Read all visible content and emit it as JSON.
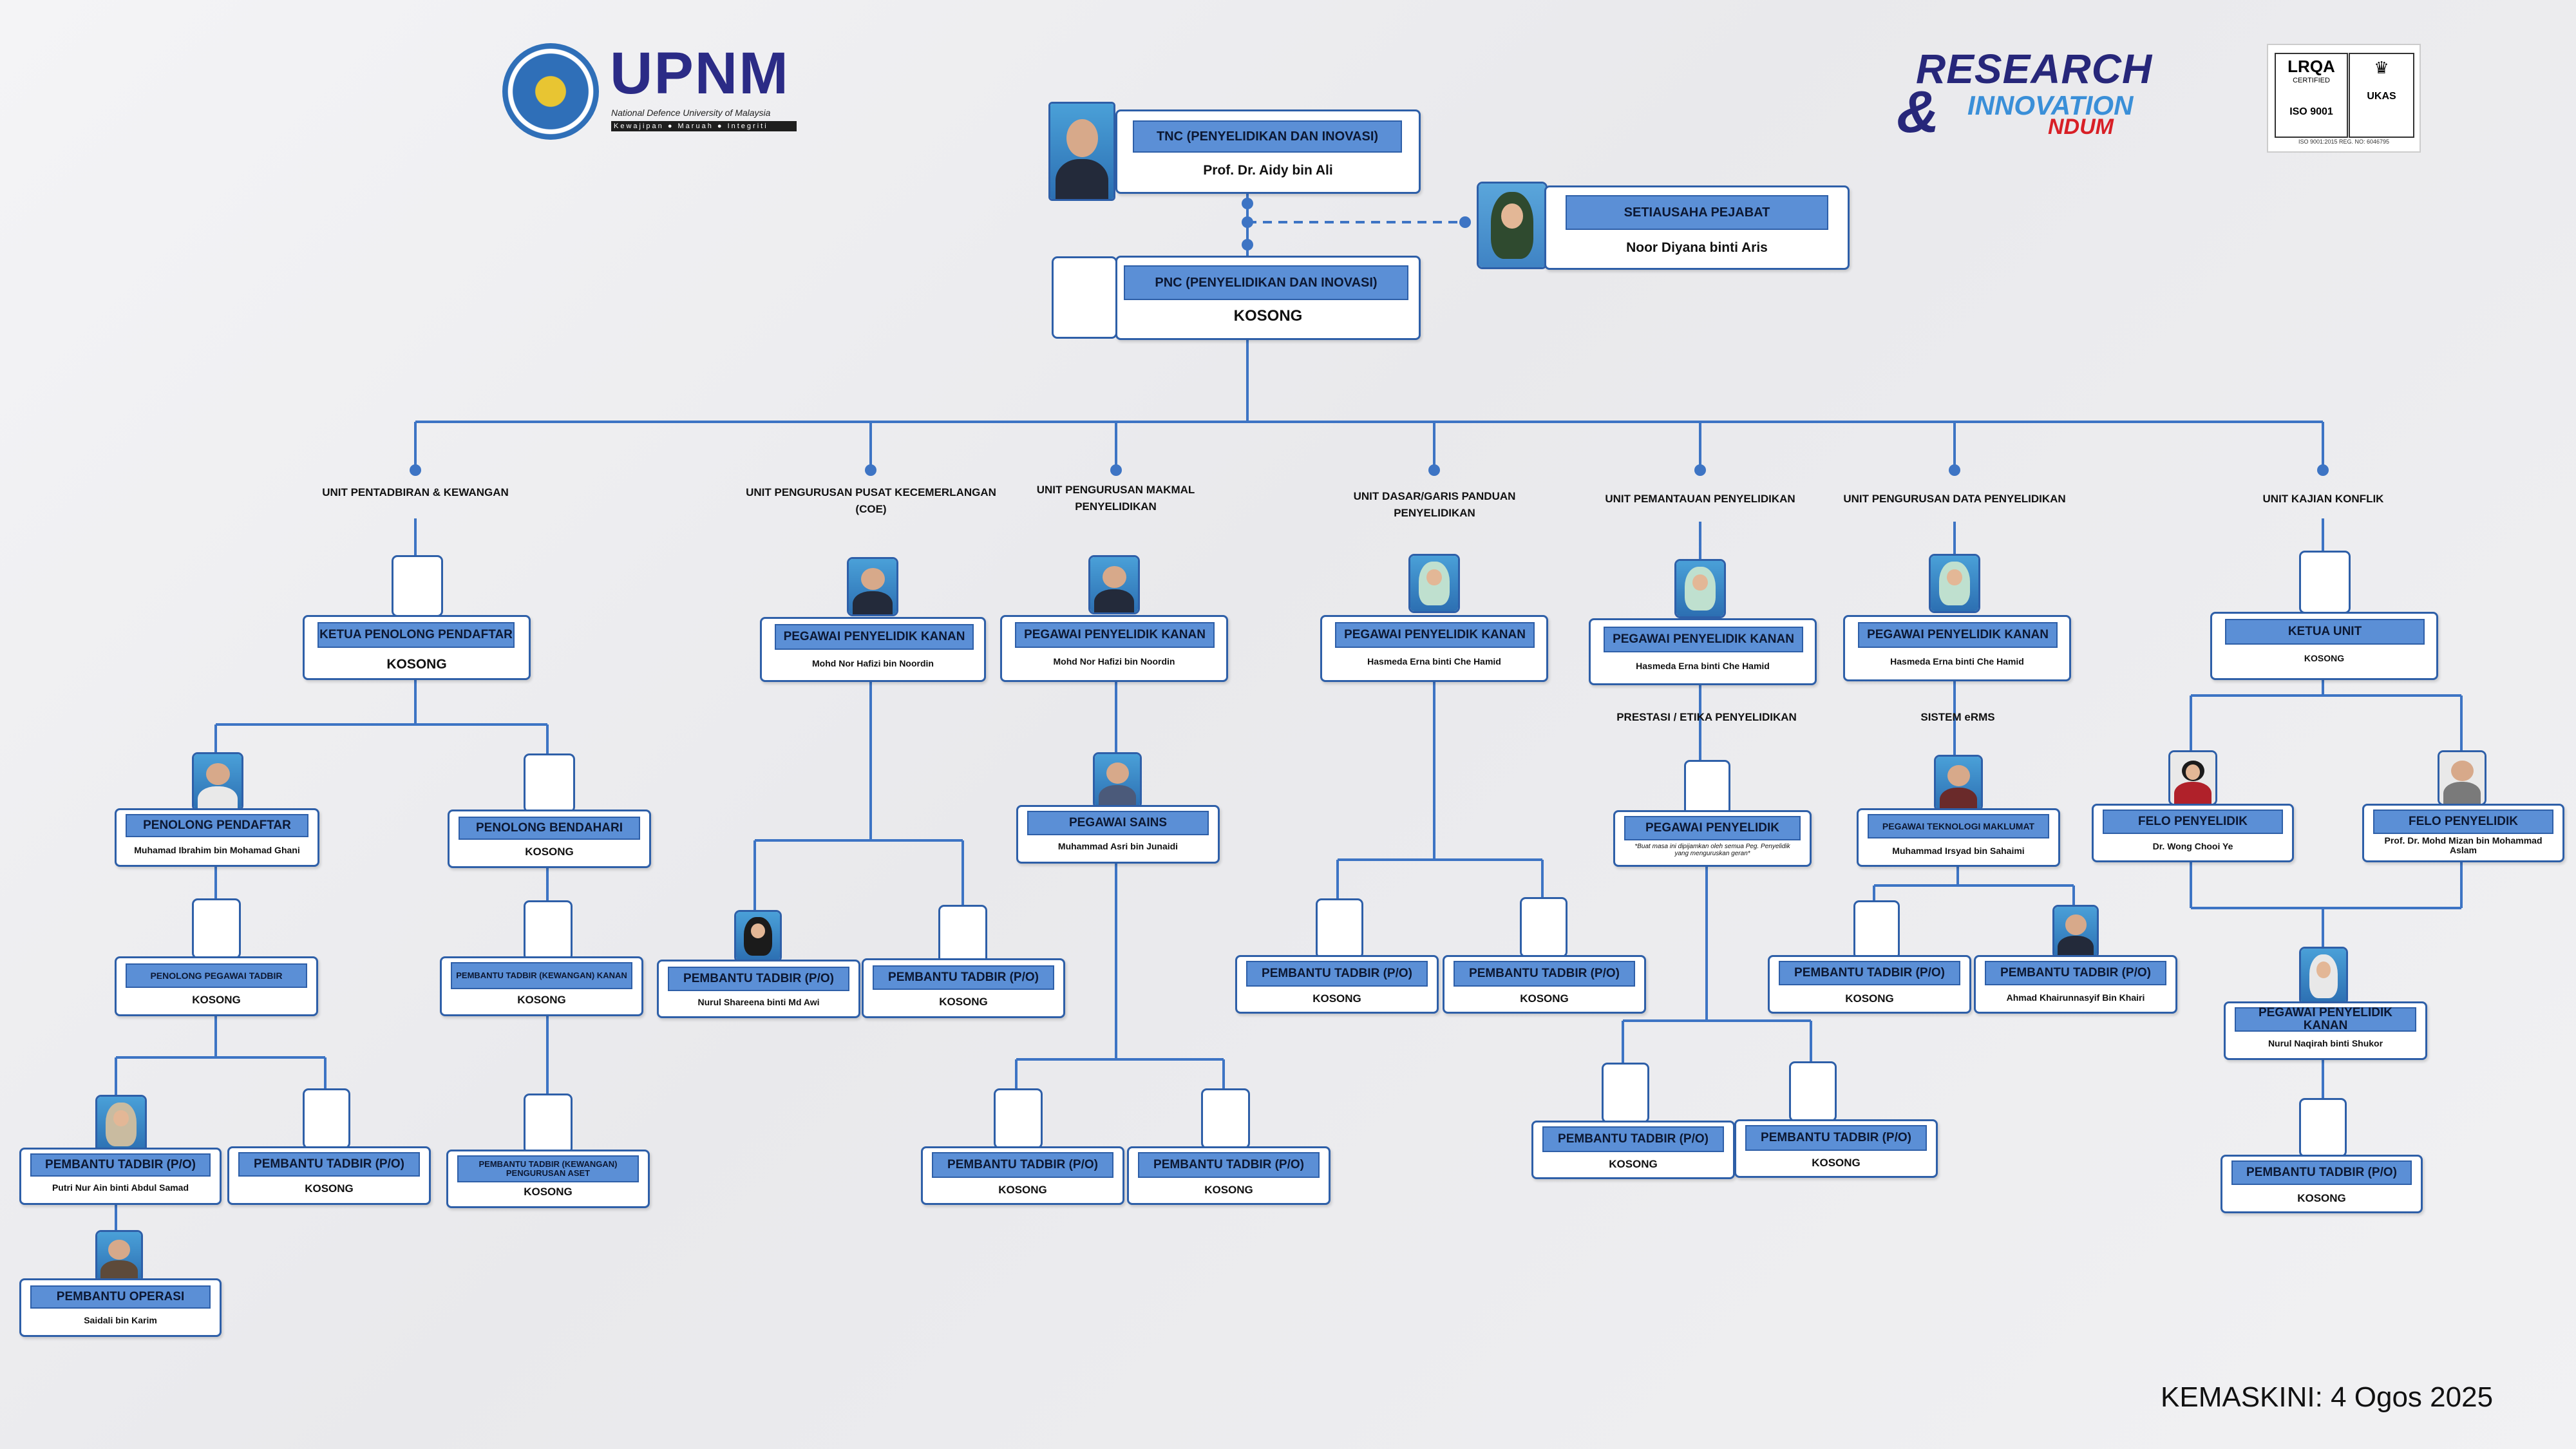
{
  "header": {
    "upnm_logo_text": "UPNM",
    "upnm_tagline": "National Defence University of Malaysia",
    "upnm_motto": "Kewajipan ● Maruah ● Integriti",
    "research_logo_line1": "RESEARCH",
    "research_logo_amp": "&",
    "research_logo_line2": "INNOVATION",
    "research_logo_line3": "NDUM",
    "lrqa_text": "LRQA",
    "lrqa_certified": "CERTIFIED",
    "iso_text": "ISO 9001",
    "ukas_text": "UKAS",
    "iso_reg": "ISO 9001:2015 REG. NO: 6046795"
  },
  "nodes": {
    "tnc": {
      "title": "TNC (PENYELIDIKAN DAN INOVASI)",
      "name": "Prof. Dr. Aidy bin Ali"
    },
    "setiausaha": {
      "title": "SETIAUSAHA PEJABAT",
      "name": "Noor Diyana binti Aris"
    },
    "pnc": {
      "title": "PNC (PENYELIDIKAN DAN INOVASI)",
      "name": "KOSONG"
    },
    "ketua_penolong_pendaftar": {
      "title": "KETUA PENOLONG PENDAFTAR",
      "name": "KOSONG"
    },
    "penolong_pendaftar": {
      "title": "PENOLONG PENDAFTAR",
      "name": "Muhamad Ibrahim bin Mohamad Ghani"
    },
    "penolong_bendahari": {
      "title": "PENOLONG BENDAHARI",
      "name": "KOSONG"
    },
    "penolong_pegawai_tadbir": {
      "title": "PENOLONG PEGAWAI TADBIR",
      "name": "KOSONG"
    },
    "pembantu_tadbir_kewangan_kanan": {
      "title": "PEMBANTU TADBIR (KEWANGAN) KANAN",
      "name": "KOSONG"
    },
    "pt_po_putri": {
      "title": "PEMBANTU TADBIR (P/O)",
      "name": "Putri Nur Ain binti Abdul Samad"
    },
    "pt_po_admin_kosong": {
      "title": "PEMBANTU TADBIR (P/O)",
      "name": "KOSONG"
    },
    "pt_kewangan_pengurusan_aset": {
      "title": "PEMBANTU TADBIR (KEWANGAN) PENGURUSAN ASET",
      "name": "KOSONG"
    },
    "pembantu_operasi": {
      "title": "PEMBANTU OPERASI",
      "name": "Saidali bin Karim"
    },
    "coe_ppk": {
      "title": "PEGAWAI PENYELIDIK KANAN",
      "name": "Mohd Nor Hafizi bin Noordin"
    },
    "coe_pt_nurul": {
      "title": "PEMBANTU TADBIR (P/O)",
      "name": "Nurul Shareena binti Md Awi"
    },
    "coe_pt_kosong": {
      "title": "PEMBANTU TADBIR (P/O)",
      "name": "KOSONG"
    },
    "makmal_ppk": {
      "title": "PEGAWAI PENYELIDIK KANAN",
      "name": "Mohd Nor Hafizi bin Noordin"
    },
    "makmal_sains": {
      "title": "PEGAWAI SAINS",
      "name": "Muhammad Asri bin Junaidi"
    },
    "makmal_pt1": {
      "title": "PEMBANTU TADBIR (P/O)",
      "name": "KOSONG"
    },
    "makmal_pt2": {
      "title": "PEMBANTU TADBIR (P/O)",
      "name": "KOSONG"
    },
    "dasar_ppk": {
      "title": "PEGAWAI PENYELIDIK KANAN",
      "name": "Hasmeda Erna binti Che Hamid"
    },
    "dasar_pt1": {
      "title": "PEMBANTU TADBIR (P/O)",
      "name": "KOSONG"
    },
    "dasar_pt2": {
      "title": "PEMBANTU TADBIR (P/O)",
      "name": "KOSONG"
    },
    "pantau_ppk": {
      "title": "PEGAWAI PENYELIDIK KANAN",
      "name": "Hasmeda Erna binti Che Hamid"
    },
    "pantau_pp": {
      "title": "PEGAWAI PENYELIDIK",
      "name": "*Buat masa ini dipijamkan oleh semua Peg. Penyelidik yang menguruskan geran*"
    },
    "pantau_pt1": {
      "title": "PEMBANTU TADBIR (P/O)",
      "name": "KOSONG"
    },
    "pantau_pt2": {
      "title": "PEMBANTU TADBIR (P/O)",
      "name": "KOSONG"
    },
    "data_ppk": {
      "title": "PEGAWAI PENYELIDIK KANAN",
      "name": "Hasmeda Erna binti Che Hamid"
    },
    "data_ptm": {
      "title": "PEGAWAI TEKNOLOGI MAKLUMAT",
      "name": "Muhammad Irsyad bin Sahaimi"
    },
    "data_pt1": {
      "title": "PEMBANTU TADBIR (P/O)",
      "name": "KOSONG"
    },
    "data_pt2": {
      "title": "PEMBANTU TADBIR (P/O)",
      "name": "Ahmad Khairunnasyif Bin Khairi"
    },
    "konflik_ketua": {
      "title": "KETUA UNIT",
      "name": "KOSONG"
    },
    "konflik_felo1": {
      "title": "FELO PENYELIDIK",
      "name": "Dr. Wong Chooi Ye"
    },
    "konflik_felo2": {
      "title": "FELO PENYELIDIK",
      "name": "Prof. Dr. Mohd Mizan bin Mohammad Aslam"
    },
    "konflik_ppk": {
      "title": "PEGAWAI PENYELIDIK KANAN",
      "name": "Nurul Naqirah binti Shukor"
    },
    "konflik_pt": {
      "title": "PEMBANTU TADBIR (P/O)",
      "name": "KOSONG"
    }
  },
  "units": {
    "pentadbiran": "UNIT PENTADBIRAN & KEWANGAN",
    "coe": "UNIT PENGURUSAN PUSAT KECEMERLANGAN (COE)",
    "makmal": "UNIT PENGURUSAN MAKMAL PENYELIDIKAN",
    "dasar": "UNIT DASAR/GARIS PANDUAN PENYELIDIKAN",
    "pemantauan": "UNIT PEMANTAUAN PENYELIDIKAN",
    "data": "UNIT PENGURUSAN DATA PENYELIDIKAN",
    "konflik": "UNIT KAJIAN KONFLIK"
  },
  "subheads": {
    "prestasi": "PRESTASI / ETIKA PENYELIDIKAN",
    "erms": "SISTEM eRMS"
  },
  "footer": {
    "updated": "KEMASKINI: 4 Ogos 2025"
  },
  "colors": {
    "box_border": "#2e5fa8",
    "header_fill": "#5b8fd6",
    "connector": "#3d74c4"
  }
}
